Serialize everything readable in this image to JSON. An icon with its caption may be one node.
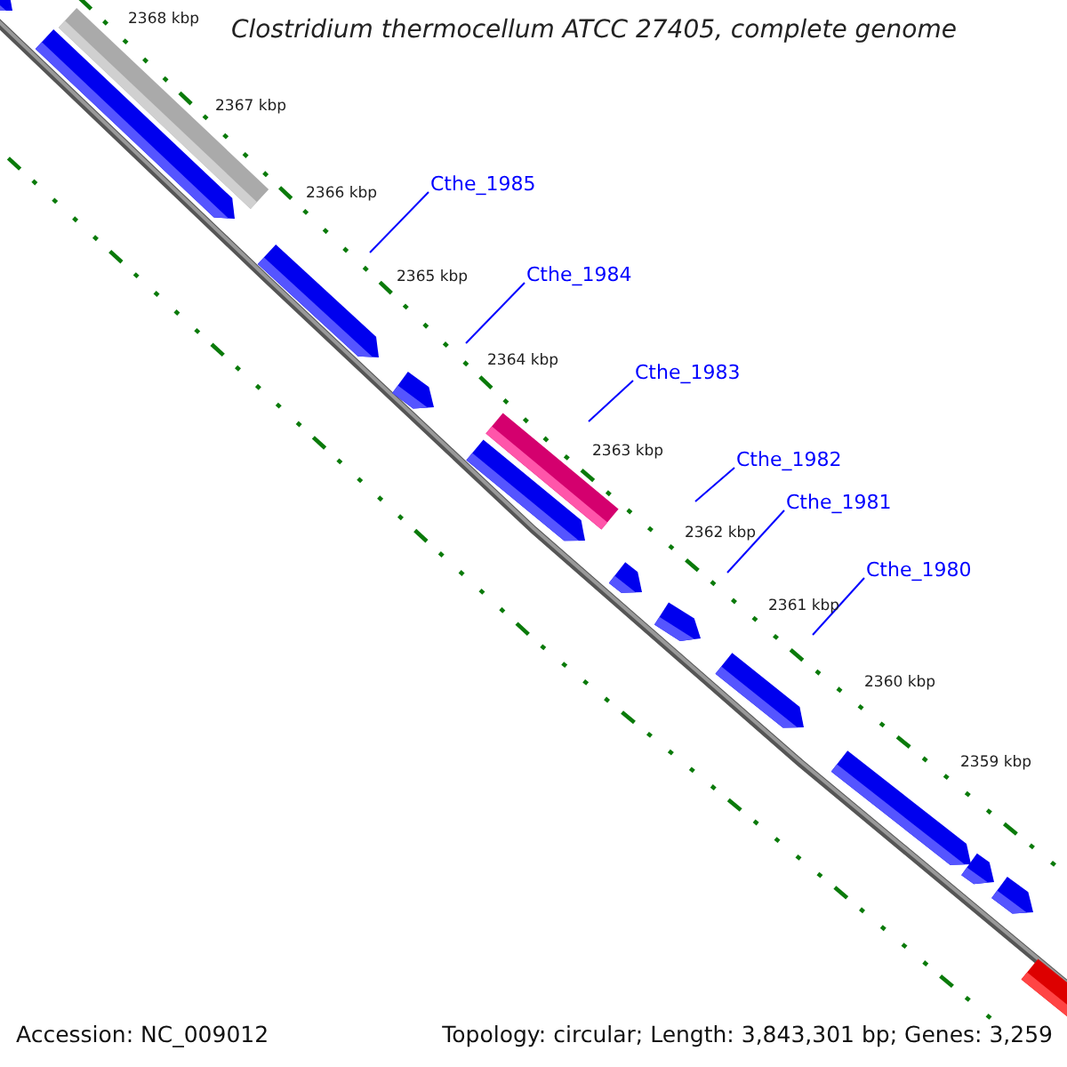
{
  "diagram": {
    "title": "Clostridium thermocellum ATCC 27405, complete genome",
    "nodes": [
      {
        "text": [
          "Cthe_1985"
        ]
      },
      {
        "text": [
          "Cthe_1984"
        ]
      },
      {
        "text": [
          "Cthe_1983"
        ]
      },
      {
        "text": [
          "Cthe_1982"
        ]
      },
      {
        "text": [
          "Cthe_1981"
        ]
      },
      {
        "text": [
          "Cthe_1980"
        ]
      }
    ],
    "edges": [
      {
        "from": 0,
        "to": null,
        "arrow": "none"
      },
      {
        "from": 1,
        "to": null,
        "arrow": "none"
      },
      {
        "from": 2,
        "to": null,
        "arrow": "none"
      },
      {
        "from": 3,
        "to": null,
        "arrow": "none"
      },
      {
        "from": 4,
        "to": null,
        "arrow": "none"
      },
      {
        "from": 5,
        "to": null,
        "arrow": "none"
      }
    ],
    "labels": [
      "2368 kbp",
      "2367 kbp",
      "2366 kbp",
      "2365 kbp",
      "2364 kbp",
      "2363 kbp",
      "2362 kbp",
      "2361 kbp",
      "2360 kbp",
      "2359 kbp",
      "Accession: NC_009012",
      "Topology: circular; Length: 3,843,301 bp; Genes: 3,259"
    ]
  }
}
